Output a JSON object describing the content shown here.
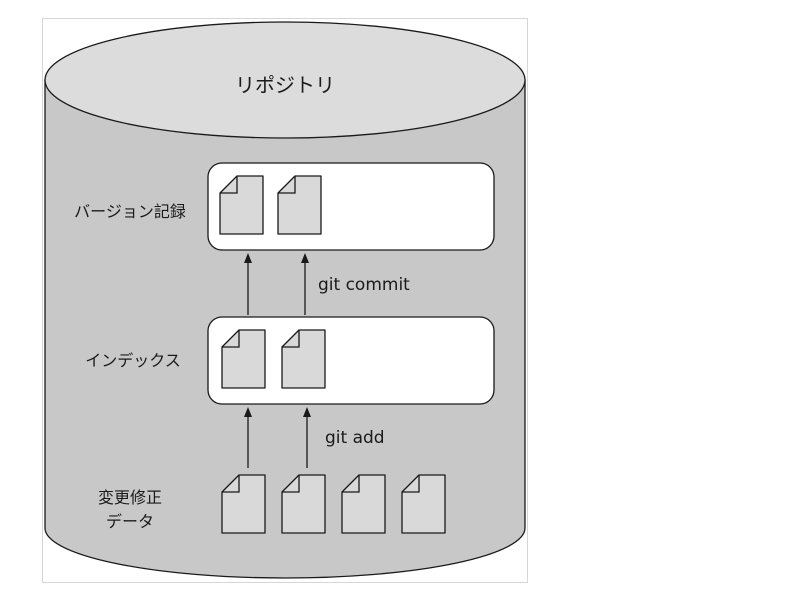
{
  "diagram": {
    "title": "リポジトリ",
    "layers": {
      "version_history": {
        "label": "バージョン記録"
      },
      "index": {
        "label": "インデックス"
      },
      "working_changes": {
        "label_line1": "変更修正",
        "label_line2": "データ"
      }
    },
    "commands": {
      "commit": "git commit",
      "add": "git add"
    },
    "colors": {
      "cylinder_fill": "#c8c8c8",
      "cylinder_top": "#dcdcdc",
      "box_fill": "#ffffff",
      "file_fill": "#d9d9d9",
      "stroke": "#1a1a1a"
    }
  }
}
